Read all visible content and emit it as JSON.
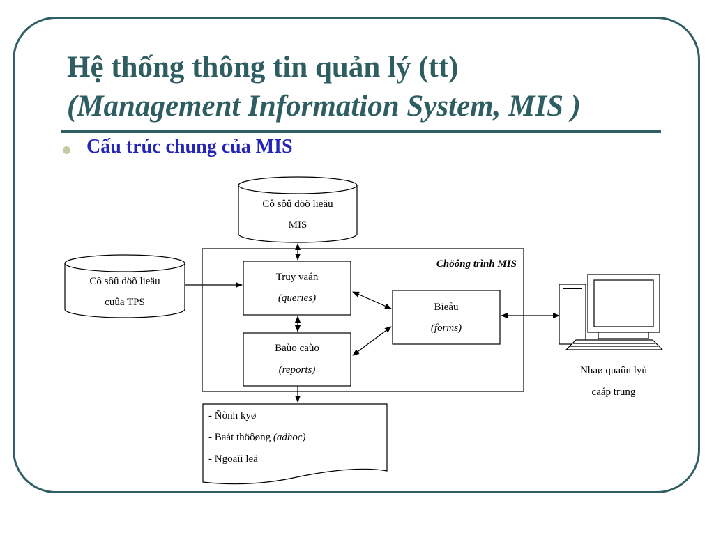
{
  "slide": {
    "title_line1": "Hệ thống thông tin quản lý (tt)",
    "title_line2": "(Management Information System, MIS )",
    "bullet": "Cấu trúc chung của MIS"
  },
  "diagram": {
    "db_mis": [
      "Cô sôû döõ lieäu",
      "MIS"
    ],
    "db_tps": [
      "Cô sôû döõ lieäu",
      "cuûa TPS"
    ],
    "program_label": "Chöông trình MIS",
    "queries": [
      "Truy vaán",
      "(queries)"
    ],
    "reports": [
      "Baùo caùo",
      "(reports)"
    ],
    "forms": [
      "Bieåu",
      "(forms)"
    ],
    "output_list": [
      "- Ñònh kyø",
      "- Baát thöôøng ",
      "(adhoc)",
      "- Ngoaïi leä"
    ],
    "manager": [
      "Nhaø quaûn lyù",
      "caáp trung"
    ]
  },
  "colors": {
    "frame": "#2f5f63",
    "title": "#2e5e62",
    "bullet_text": "#2424b8",
    "bullet_dot": "#c4cba3"
  }
}
